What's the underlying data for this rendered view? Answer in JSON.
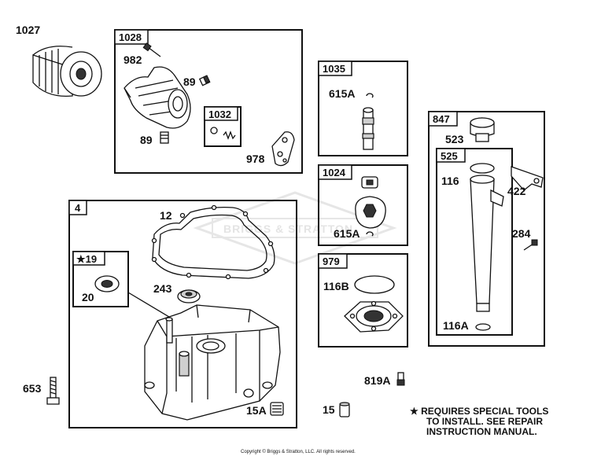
{
  "boxes": {
    "b1028": "1028",
    "b1032": "1032",
    "b1035": "1035",
    "b1024": "1024",
    "b979": "979",
    "b847": "847",
    "b525": "525",
    "b4": "4",
    "b19": "★19"
  },
  "parts": {
    "p1027": "1027",
    "p982": "982",
    "p89a": "89",
    "p89b": "89",
    "p978": "978",
    "p615a_1": "615A",
    "p615a_2": "615A",
    "p523": "523",
    "p116": "116",
    "p422": "422",
    "p284": "284",
    "p116a": "116A",
    "p12": "12",
    "p20": "20",
    "p243": "243",
    "p116b": "116B",
    "p819a": "819A",
    "p653": "653",
    "p15a": "15A",
    "p15": "15"
  },
  "note": {
    "line1": "★  REQUIRES SPECIAL TOOLS",
    "line2": "TO INSTALL.  SEE REPAIR",
    "line3": "INSTRUCTION MANUAL."
  },
  "copyright": "Copyright © Briggs & Stratton, LLC. All rights reserved.",
  "watermark": "BRIGGS & STRATTON"
}
